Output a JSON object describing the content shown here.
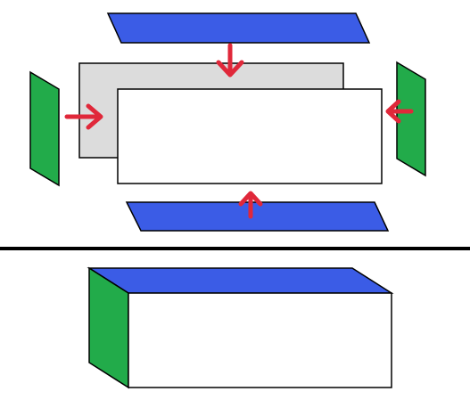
{
  "colors": {
    "background": "#ffffff",
    "top_bottom_panel": "#3b5ce6",
    "side_panel": "#22ab4a",
    "back_panel": "#dcdcdc",
    "front_panel": "#ffffff",
    "arrow": "#e0283a",
    "outline": "#000000",
    "divider": "#000000"
  },
  "arrows": {
    "top": "down",
    "left": "right",
    "right": "left",
    "bottom": "up"
  }
}
